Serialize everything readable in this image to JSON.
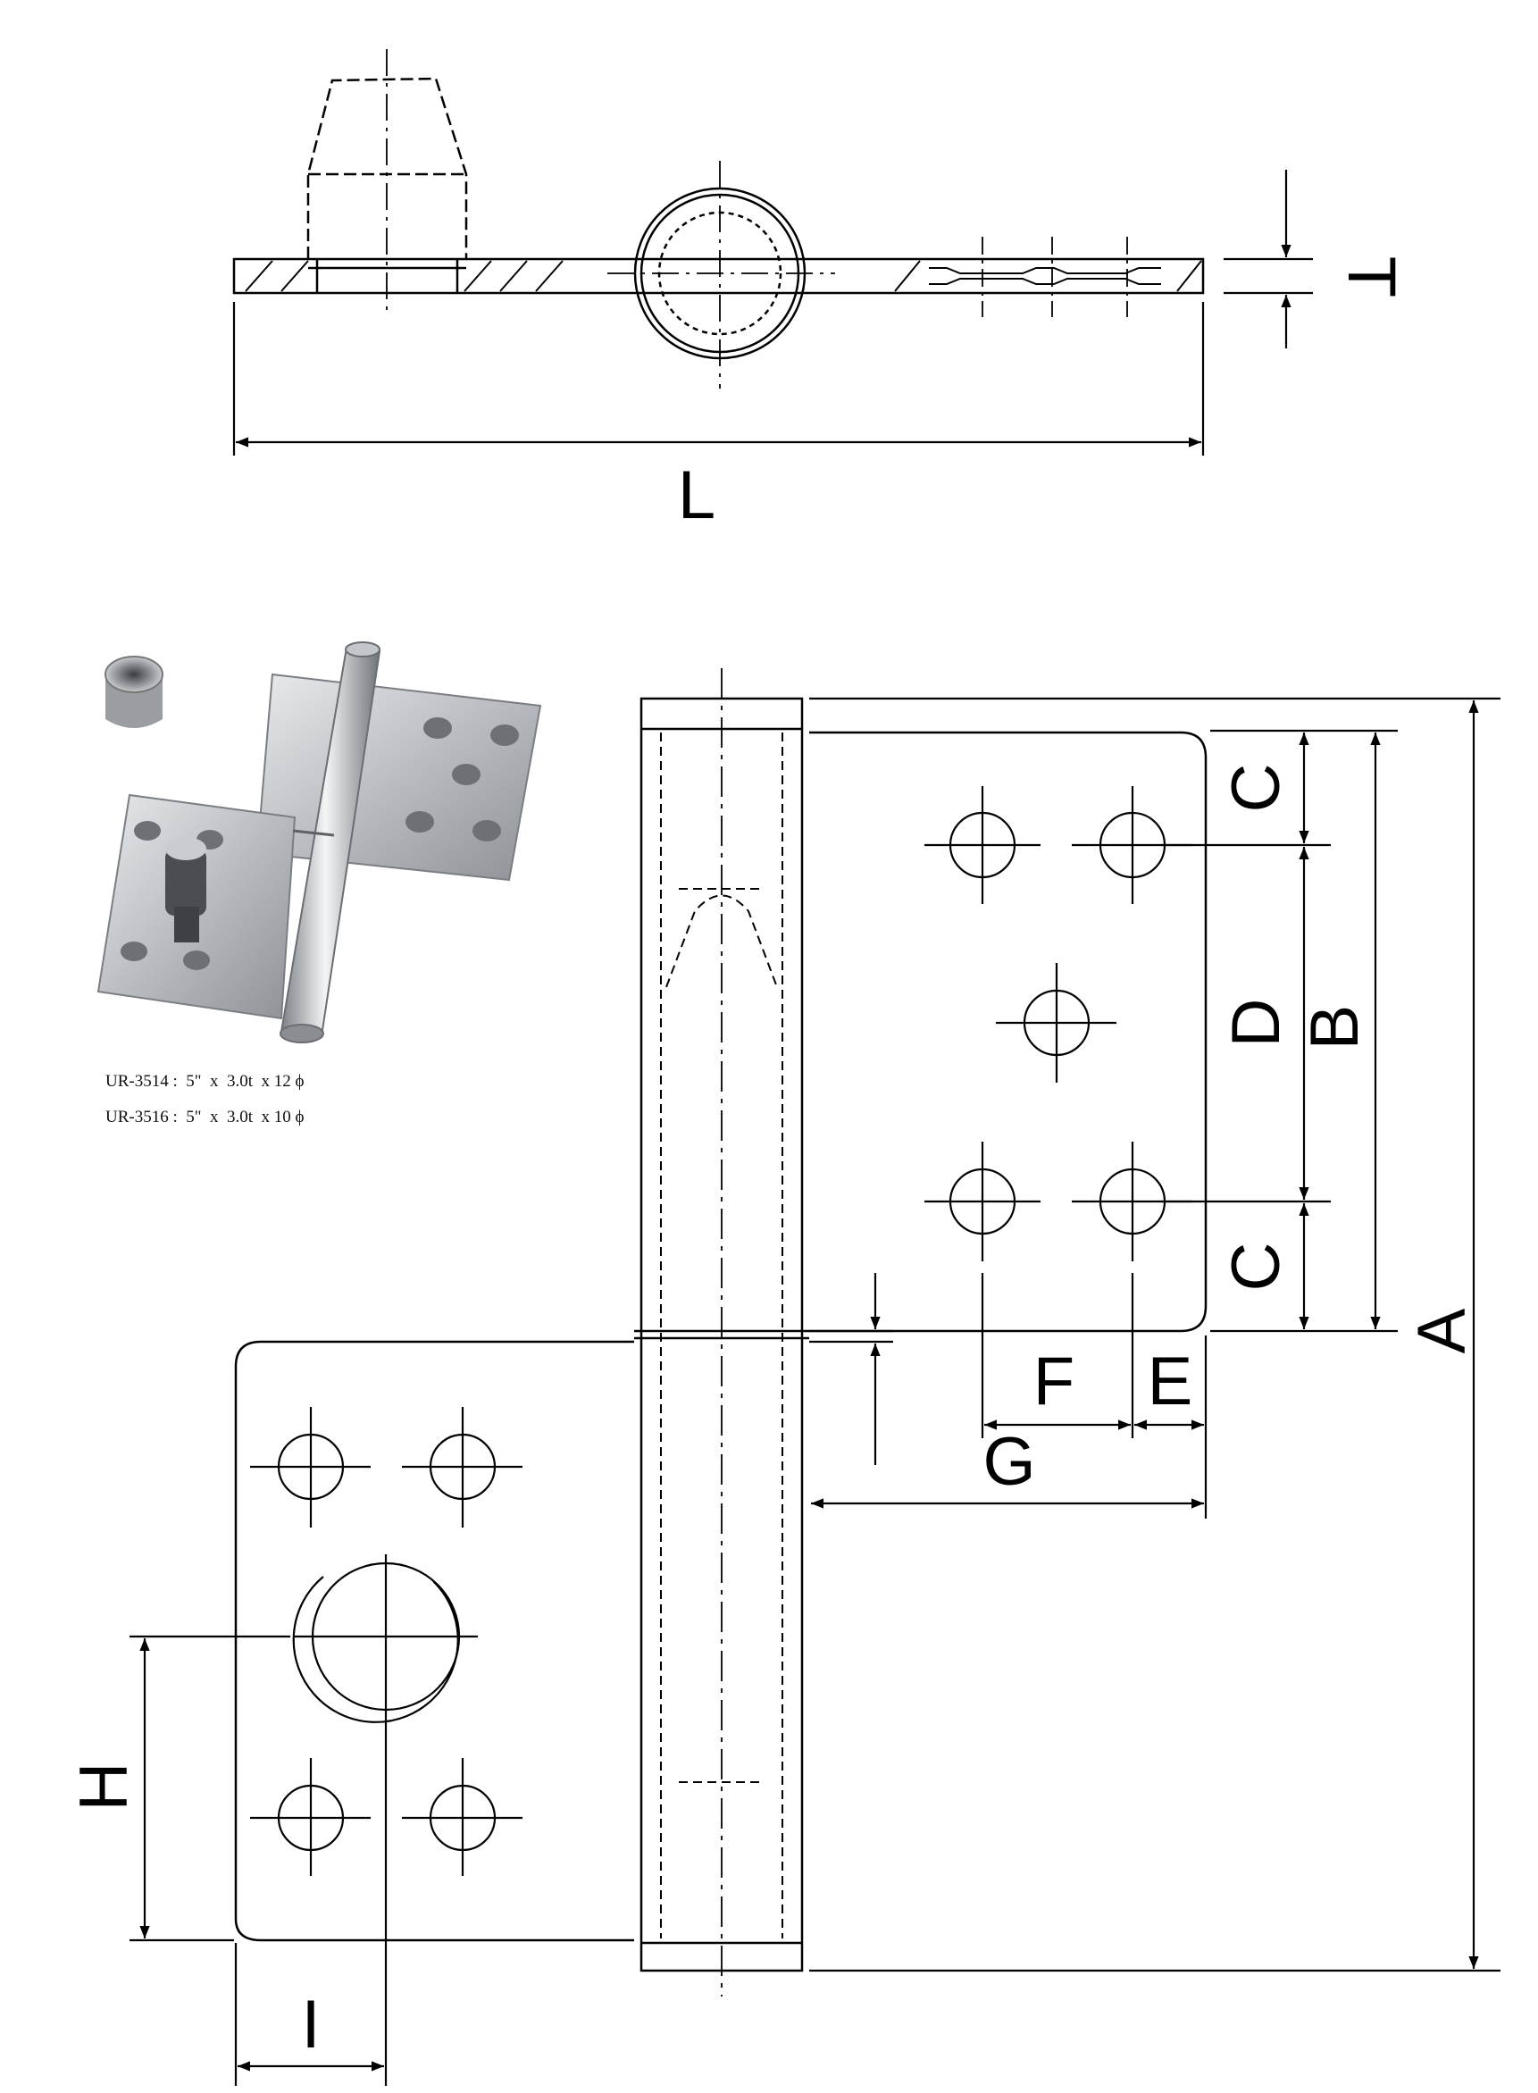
{
  "dimensions": {
    "L": "L",
    "T": "T",
    "A": "A",
    "B": "B",
    "C": "C",
    "D": "D",
    "E": "E",
    "F": "F",
    "G": "G",
    "H": "H",
    "I": "I"
  },
  "specs": [
    "UR-3514 :  5\"  x  3.0t  x 12 ϕ",
    "UR-3516 :  5\"  x  3.0t  x 10 ϕ"
  ],
  "colors": {
    "line": "#000000",
    "steel_light": "#d9dcdf",
    "steel_mid": "#a9adb2",
    "steel_dark": "#5d6166"
  }
}
